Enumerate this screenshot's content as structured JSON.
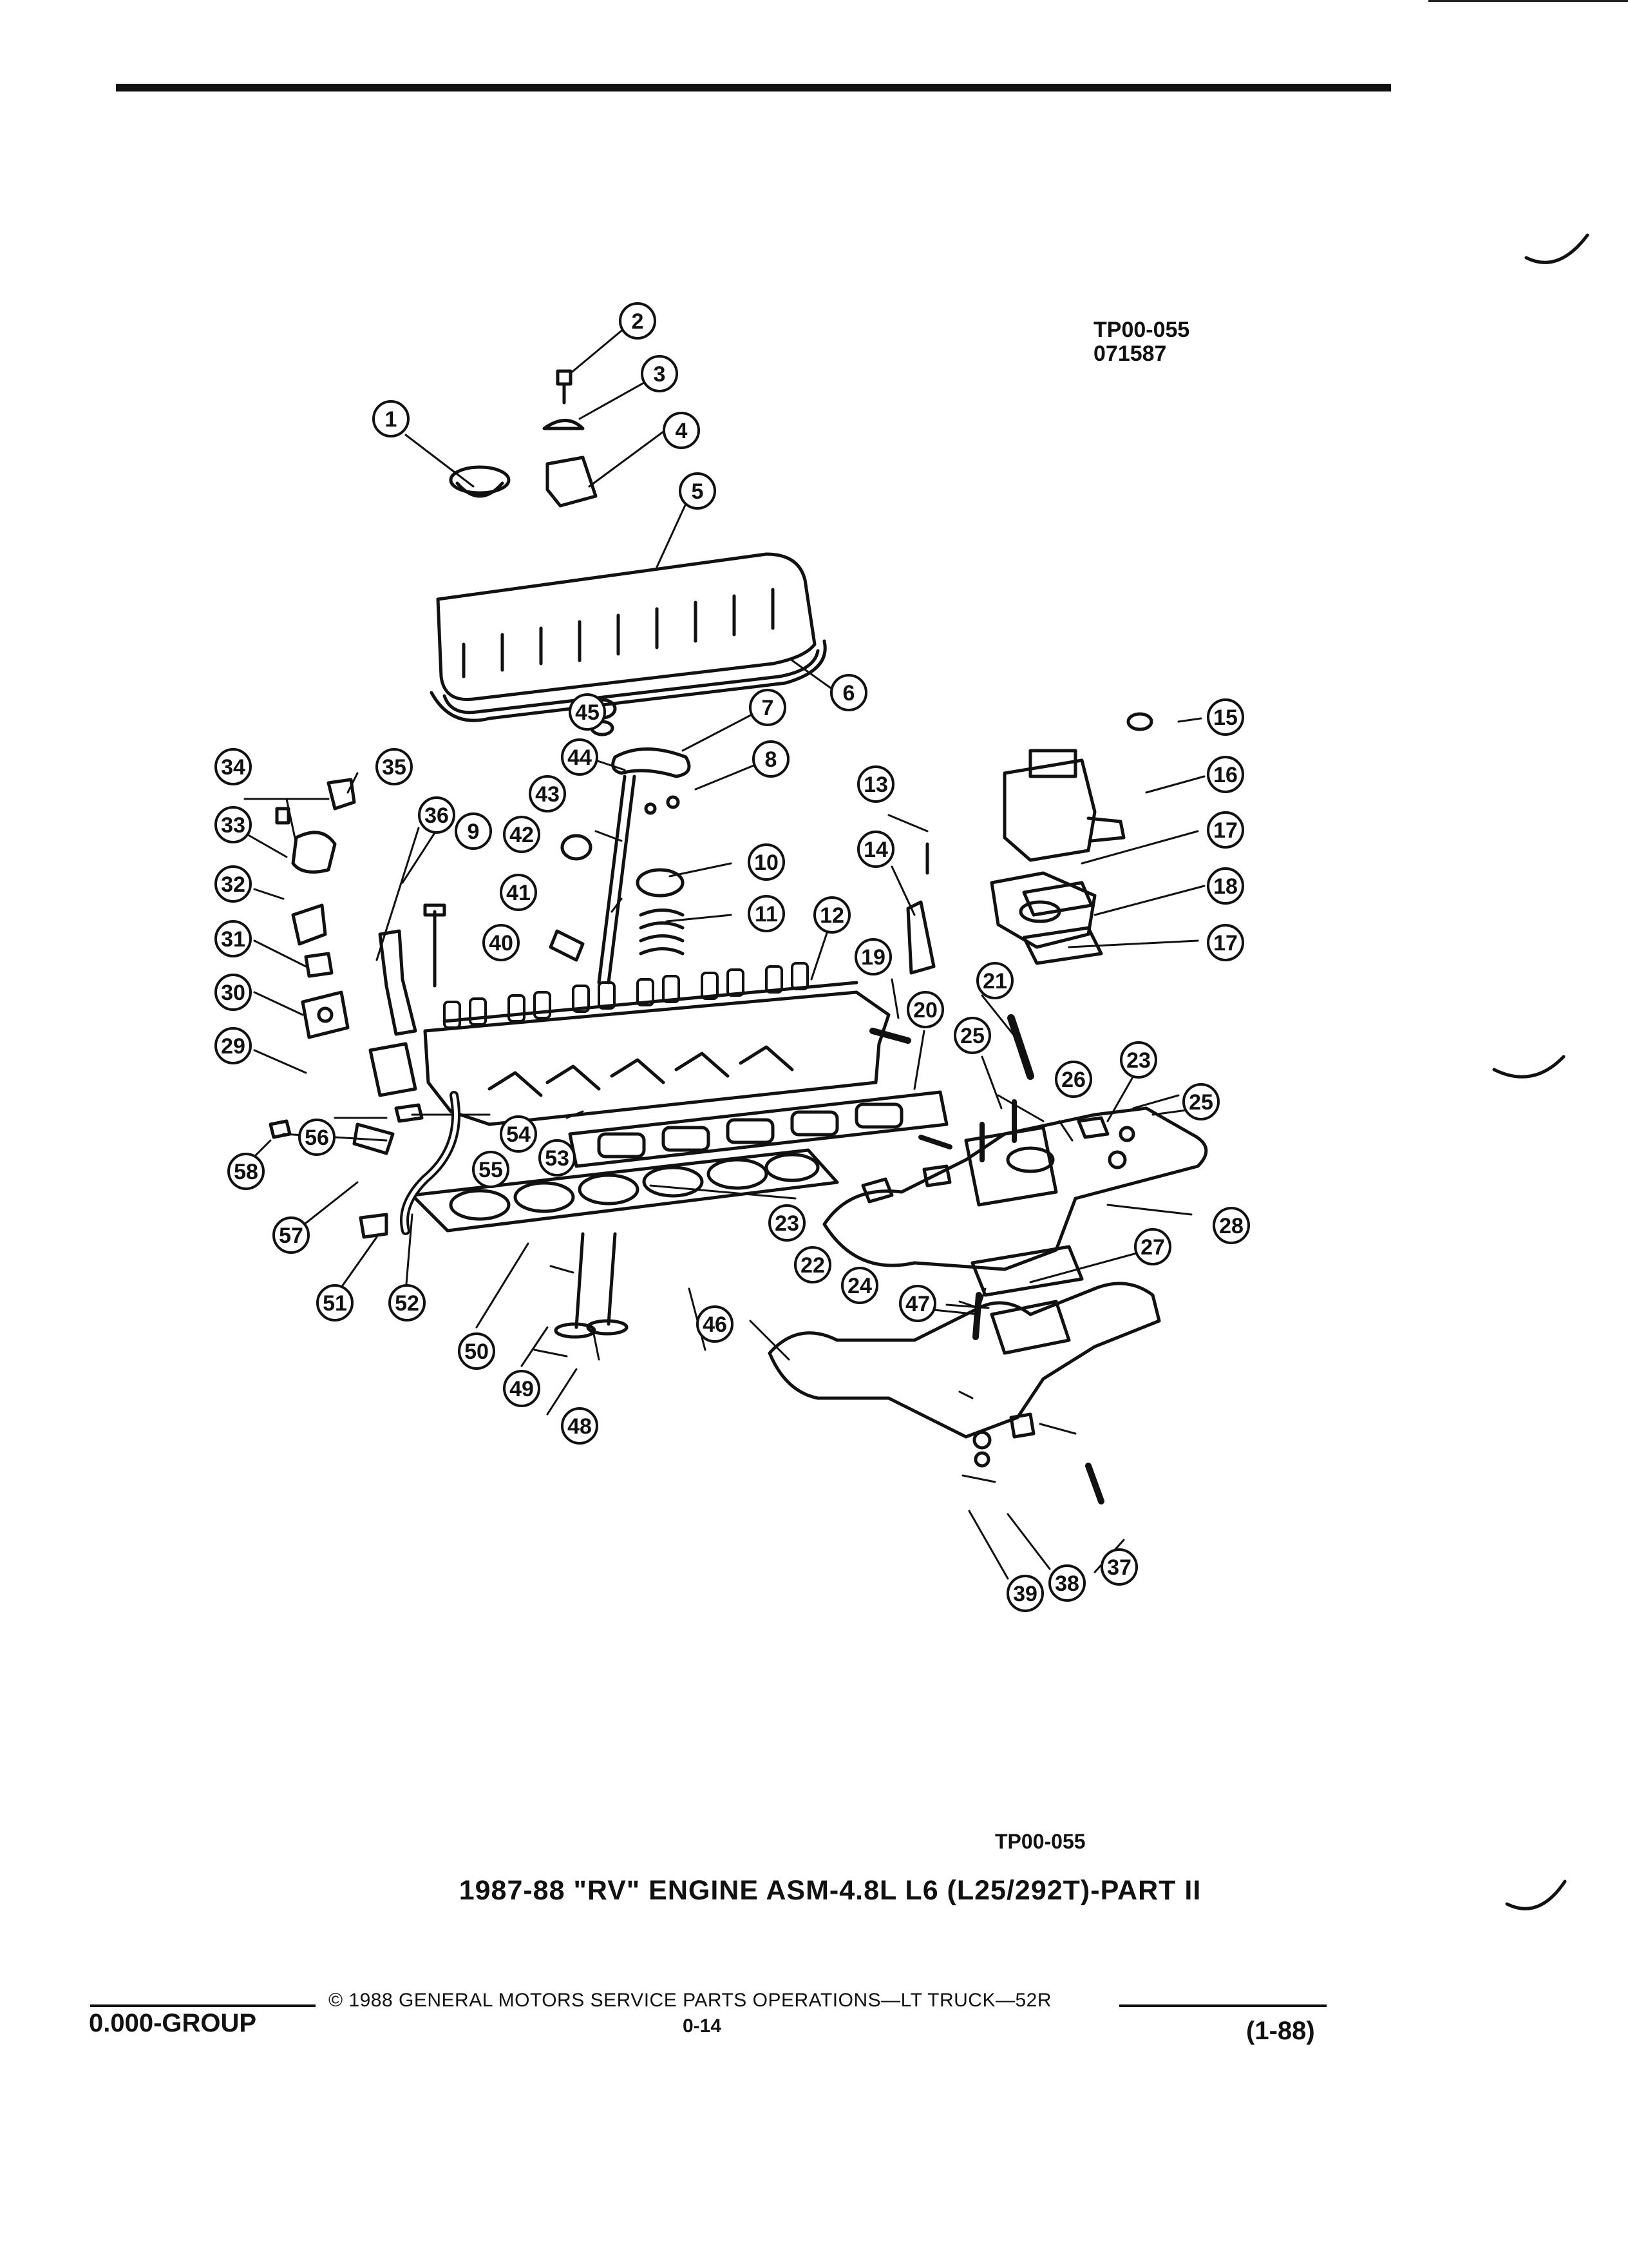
{
  "figure": {
    "code_top": "TP00-055",
    "date_code": "071587",
    "code_bottom": "TP00-055",
    "title": "1987-88 \"RV\" ENGINE ASM-4.8L L6 (L25/292T)-PART II"
  },
  "footer": {
    "copyright": "© 1988 GENERAL MOTORS SERVICE PARTS OPERATIONS—LT TRUCK—52R",
    "page": "0-14",
    "group": "0.000-GROUP",
    "revision": "(1-88)"
  },
  "callouts": [
    "1",
    "2",
    "3",
    "4",
    "5",
    "6",
    "7",
    "8",
    "9",
    "10",
    "11",
    "12",
    "13",
    "14",
    "15",
    "16",
    "17",
    "17",
    "18",
    "19",
    "20",
    "21",
    "22",
    "23",
    "23",
    "24",
    "25",
    "25",
    "26",
    "27",
    "28",
    "29",
    "30",
    "31",
    "32",
    "33",
    "34",
    "35",
    "36",
    "37",
    "38",
    "39",
    "40",
    "41",
    "42",
    "43",
    "44",
    "45",
    "46",
    "47",
    "48",
    "49",
    "50",
    "51",
    "52",
    "53",
    "54",
    "55",
    "56",
    "57",
    "58"
  ]
}
